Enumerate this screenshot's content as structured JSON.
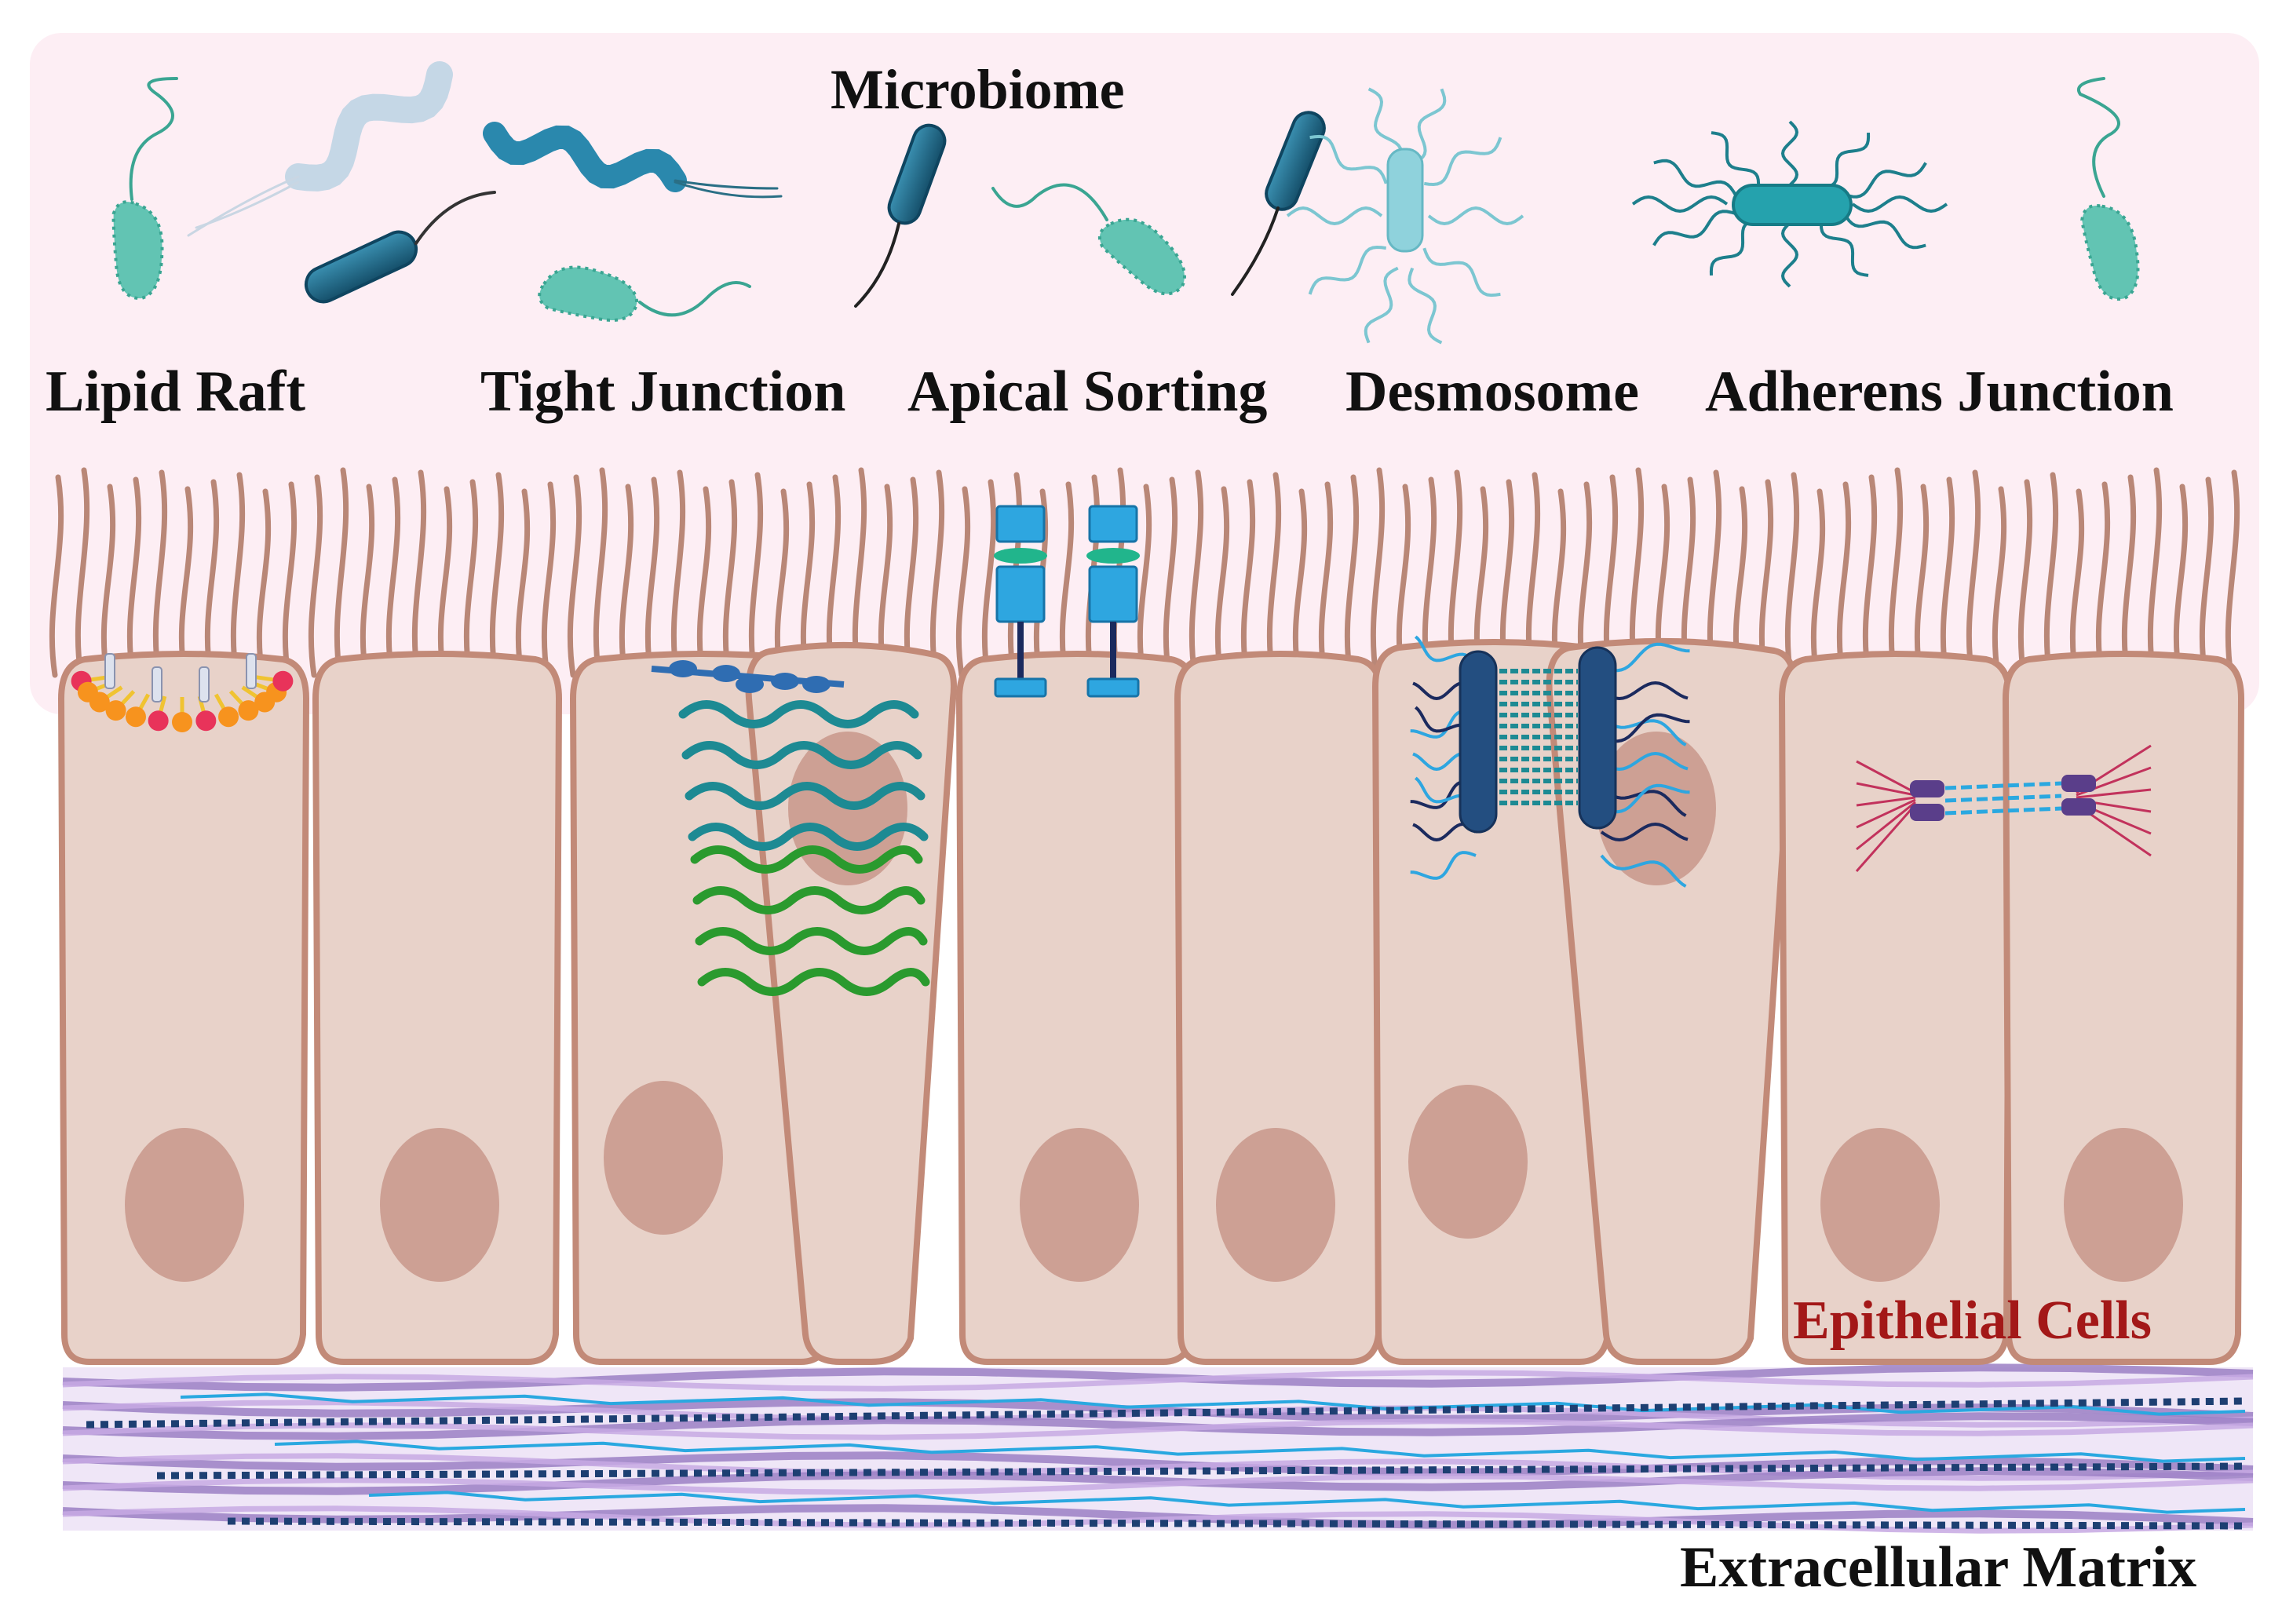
{
  "labels": {
    "microbiome": "Microbiome",
    "lipid_raft": "Lipid Raft",
    "tight_junction": "Tight Junction",
    "apical_sorting": "Apical Sorting",
    "desmosome": "Desmosome",
    "adherens_junction": "Adherens Junction",
    "epithelial_cells": "Epithelial Cells",
    "extracellular_matrix": "Extracellular Matrix"
  },
  "colors": {
    "lumen_bg": "#fdeef4",
    "cell_fill": "#e8d2c9",
    "cell_stroke": "#c28a78",
    "nucleus": "#cda094",
    "microvilli": "#b98777",
    "bacteria_teal": "#62c4b3",
    "bacteria_dark": "#1e6f8a",
    "matrix_purple": "#9b7fc4",
    "matrix_blue": "#2aa8e0",
    "label_red": "#a31818"
  }
}
